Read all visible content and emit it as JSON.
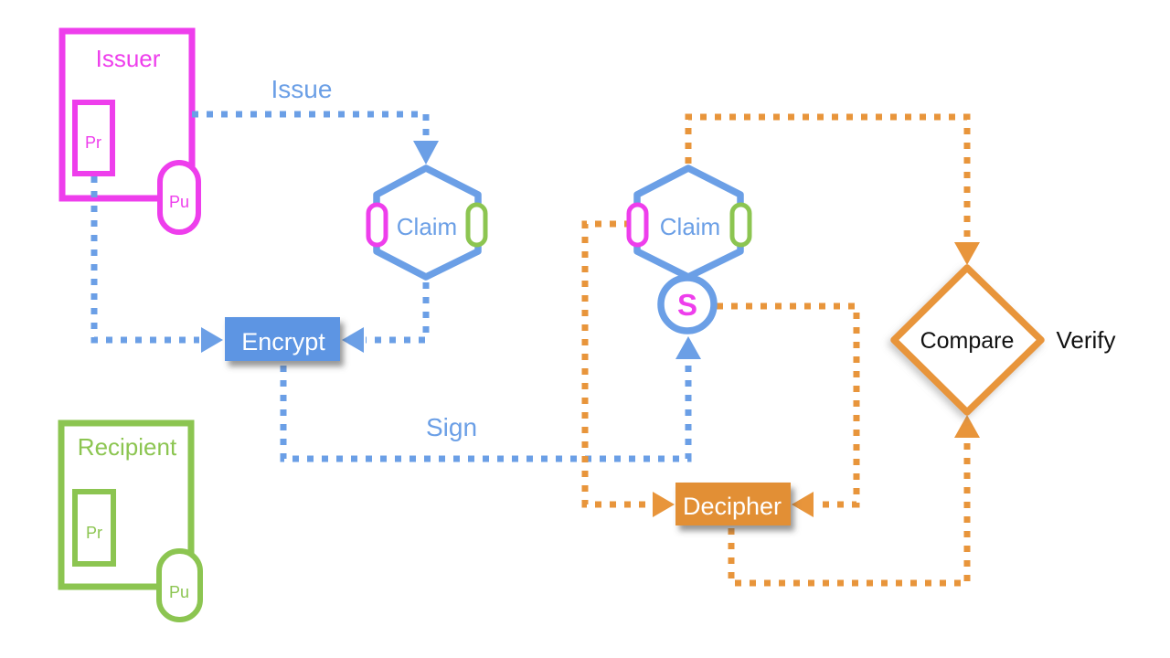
{
  "diagram": {
    "issuer": {
      "title": "Issuer",
      "private_key_label": "Pr",
      "public_key_label": "Pu"
    },
    "recipient": {
      "title": "Recipient",
      "private_key_label": "Pr",
      "public_key_label": "Pu"
    },
    "claim_issued": {
      "label": "Claim"
    },
    "claim_signed": {
      "label": "Claim",
      "signature_label": "S"
    },
    "encrypt_label": "Encrypt",
    "decipher_label": "Decipher",
    "compare_label": "Compare",
    "verify_label": "Verify",
    "issue_label": "Issue",
    "sign_label": "Sign"
  },
  "colors": {
    "magenta": "#ee3eec",
    "green": "#8cc551",
    "blue": "#6b9fe6",
    "blue-fill": "#5d95e3",
    "orange": "#e8953b",
    "orange-fill": "#e28f35",
    "ink": "#111111"
  }
}
